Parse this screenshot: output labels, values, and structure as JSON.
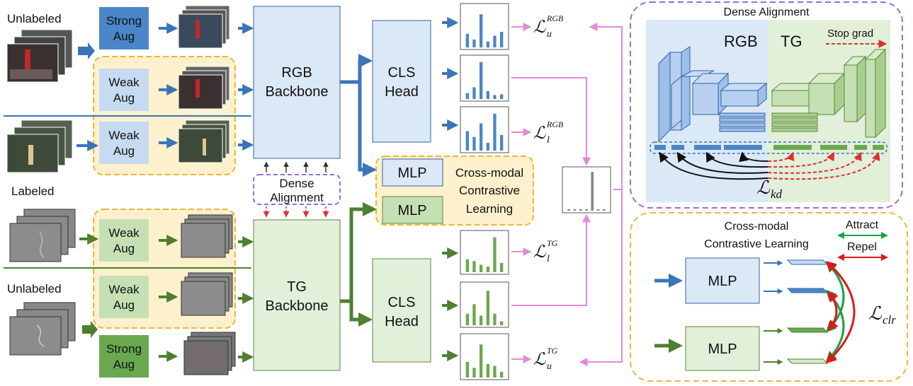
{
  "labels": {
    "unlabeled_top": "Unlabeled",
    "labeled": "Labeled",
    "unlabeled_bottom": "Unlabeled"
  },
  "aug": {
    "strong_rgb": [
      "Strong",
      "Aug"
    ],
    "weak_rgb_u": [
      "Weak",
      "Aug"
    ],
    "weak_rgb_l": [
      "Weak",
      "Aug"
    ],
    "weak_tg_l": [
      "Weak",
      "Aug"
    ],
    "weak_tg_u": [
      "Weak",
      "Aug"
    ],
    "strong_tg": [
      "Strong",
      "Aug"
    ]
  },
  "backbones": {
    "rgb": [
      "RGB",
      "Backbone"
    ],
    "tg": [
      "TG",
      "Backbone"
    ]
  },
  "dense_alignment_box": [
    "Dense",
    "Alignment"
  ],
  "heads": {
    "rgb": [
      "CLS",
      "Head"
    ],
    "tg": [
      "CLS",
      "Head"
    ]
  },
  "mlp": {
    "rgb": "MLP",
    "tg": "MLP"
  },
  "cross_modal": [
    "Cross-modal",
    "Contrastive",
    "Learning"
  ],
  "losses": {
    "u_rgb": {
      "base": "ℒ",
      "sub": "u",
      "sup": "RGB"
    },
    "l_rgb": {
      "base": "ℒ",
      "sub": "l",
      "sup": "RGB"
    },
    "l_tg": {
      "base": "ℒ",
      "sub": "l",
      "sup": "TG"
    },
    "u_tg": {
      "base": "ℒ",
      "sub": "u",
      "sup": "TG"
    },
    "kd": {
      "base": "ℒ",
      "sub": "kd"
    },
    "clr": {
      "base": "ℒ",
      "sub": "clr"
    }
  },
  "dense_panel": {
    "title": "Dense Alignment",
    "rgb": "RGB",
    "tg": "TG",
    "stop_grad": "Stop grad"
  },
  "contrastive_panel": {
    "title": [
      "Cross-modal",
      "Contrastive Learning"
    ],
    "attract": "Attract",
    "repel": "Repel",
    "mlp_rgb": "MLP",
    "mlp_tg": "MLP"
  },
  "colors": {
    "rgb_blue": "#3a75b8",
    "rgb_fill": "#dbe8f6",
    "aug_blue_strong": "#4a86c8",
    "aug_blue_weak": "#c6dbf1",
    "tg_green": "#5a8a3a",
    "tg_fill": "#e2efd9",
    "aug_green_strong": "#6aa84f",
    "aug_green_weak": "#c5e0b4",
    "yellow_region": "#fdf0cc",
    "yellow_border": "#f2b53a",
    "purple_dash": "#9b6bd8",
    "pink_arrow": "#e58ad8",
    "stop_grad_red": "#e03030",
    "attract_green": "#1aa34a",
    "repel_red": "#e01818"
  },
  "histograms": {
    "rgb_u_strong": [
      0.35,
      0.2,
      0.85,
      0.15,
      0.3,
      0.4
    ],
    "rgb_u_weak": [
      0.15,
      0.3,
      0.95,
      0.2,
      0.1,
      0.12
    ],
    "rgb_l": [
      0.5,
      0.35,
      0.7,
      0.2,
      0.95,
      0.4
    ],
    "tg_l": [
      0.35,
      0.3,
      0.2,
      0.15,
      0.95,
      0.25
    ],
    "tg_u_weak": [
      0.3,
      0.55,
      0.25,
      0.9,
      0.3,
      0.1
    ],
    "tg_u_strong": [
      0.4,
      0.25,
      0.85,
      0.35,
      0.3,
      0.15
    ],
    "fused": [
      0.04,
      0.04,
      0.04,
      0.04,
      1.0,
      0.04,
      0.04
    ]
  }
}
